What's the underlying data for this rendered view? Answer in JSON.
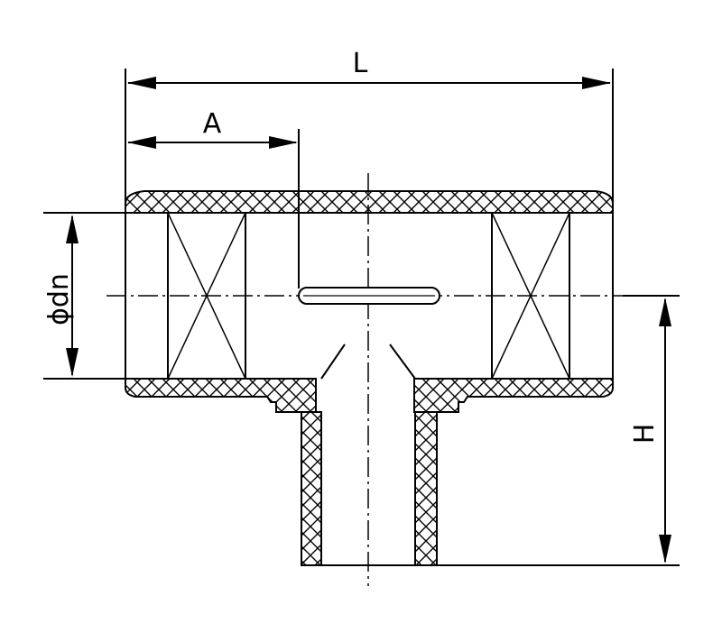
{
  "diagram": {
    "labels": {
      "length": "L",
      "offset": "A",
      "diameter": "ϕdn",
      "height": "H"
    },
    "colors": {
      "line": "#000000",
      "background": "#ffffff"
    }
  }
}
